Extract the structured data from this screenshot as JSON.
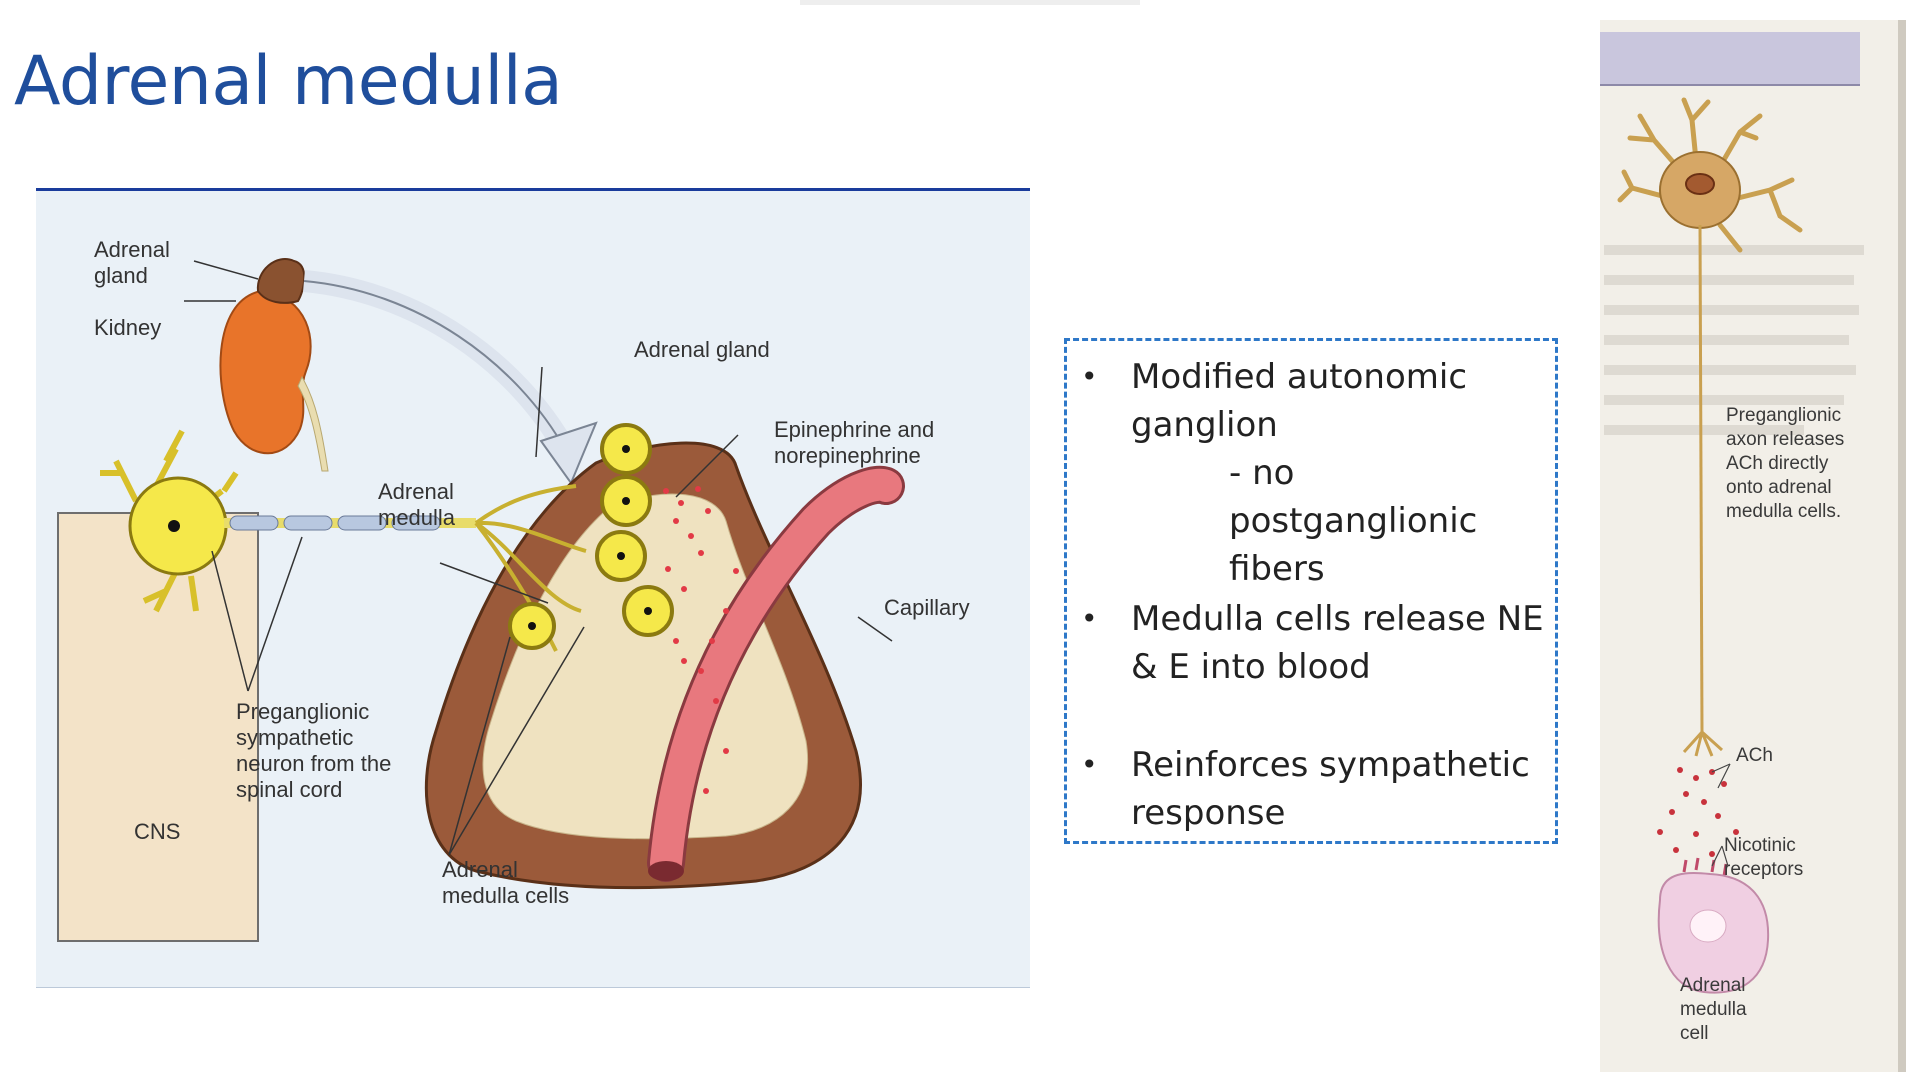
{
  "slide": {
    "title": "Adrenal medulla"
  },
  "left_figure": {
    "labels": {
      "adrenal_gland_top": "Adrenal\ngland",
      "kidney": "Kidney",
      "adrenal_gland_main": "Adrenal gland",
      "epinephrine": "Epinephrine and\nnorepinephrine",
      "adrenal_medulla": "Adrenal\nmedulla",
      "capillary": "Capillary",
      "preganglionic": "Preganglionic\nsympathetic\nneuron from the\nspinal cord",
      "cns": "CNS",
      "medulla_cells": "Adrenal\nmedulla cells"
    }
  },
  "bullets": {
    "b1": "Modified autonomic\nganglion",
    "b1_sub": "- no postganglionic\nfibers",
    "b2": "Medulla cells release NE\n& E into blood",
    "b3": "Reinforces sympathetic\nresponse",
    "bullet_char": "•"
  },
  "right_figure": {
    "labels": {
      "preganglionic": "Preganglionic\naxon releases\nACh directly\nonto adrenal\nmedulla cells.",
      "ach": "ACh",
      "nicotinic": "Nicotinic\nreceptors",
      "cell": "Adrenal\nmedulla\ncell"
    }
  },
  "colors": {
    "title": "#1f4e9c",
    "box_border": "#2e78c8",
    "kidney": "#e8742a",
    "gland_outer": "#9b5a3a",
    "gland_inner": "#efe2c0",
    "neuron": "#f2e04a",
    "capillary": "#e8787e"
  }
}
